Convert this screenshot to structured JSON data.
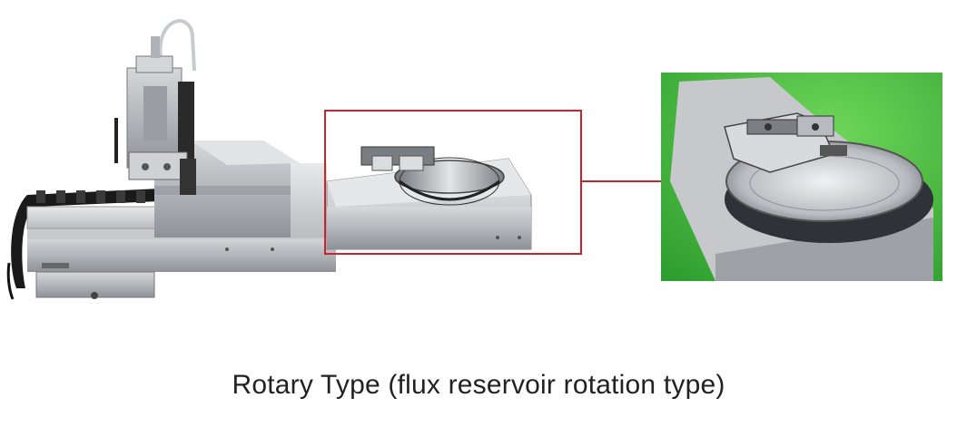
{
  "figure": {
    "caption": "Rotary Type (flux reservoir rotation type)",
    "highlight_color": "#c8242c",
    "detail_background_color": "#3fbf3a",
    "machine_color": "#b9bcc0"
  },
  "images": {
    "main": {
      "subject": "flux dipping unit with rotary flux reservoir on linear slide"
    },
    "detail": {
      "subject": "close-up of rotating flux reservoir dish"
    }
  }
}
